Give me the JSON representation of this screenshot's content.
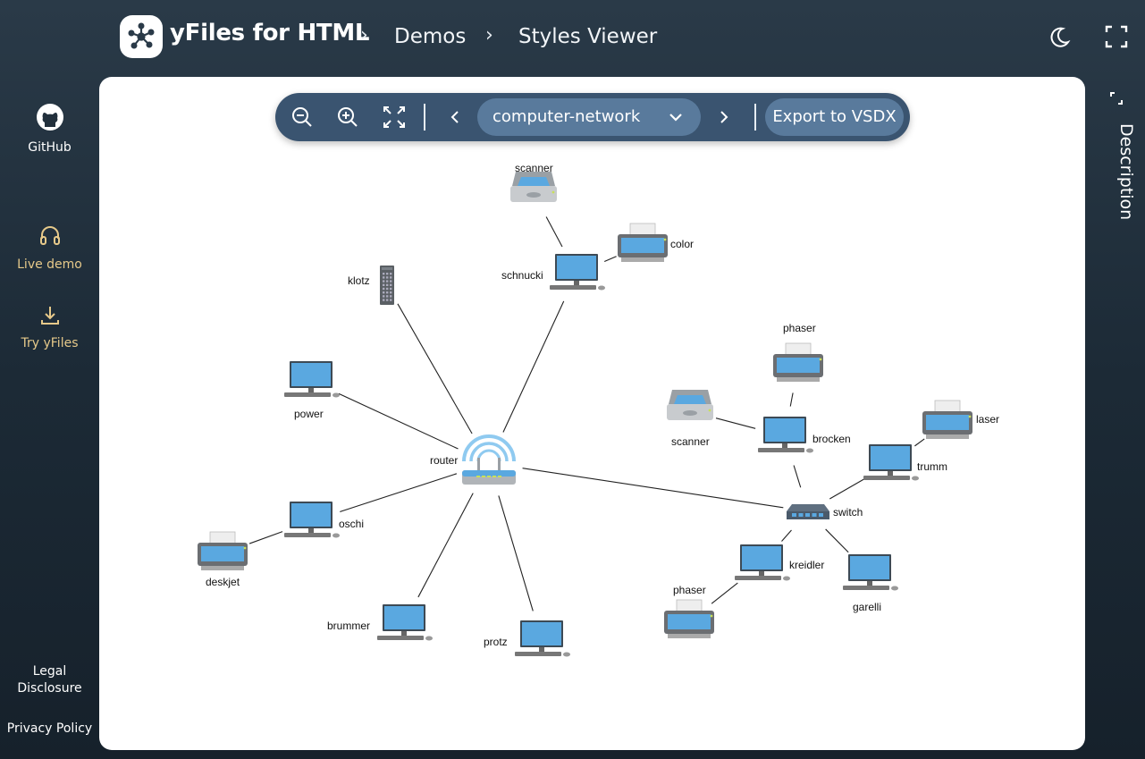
{
  "header": {
    "logo_text": "yFiles for HTML",
    "breadcrumbs": [
      "Demos",
      "Styles Viewer"
    ],
    "icons": {
      "theme": "moon-icon",
      "fullscreen": "fullscreen-icon"
    }
  },
  "sidebar": {
    "github_label": "GitHub",
    "live_demo_label": "Live demo",
    "try_label": "Try yFiles",
    "legal_line1": "Legal",
    "legal_line2": "Disclosure",
    "privacy_label": "Privacy Policy"
  },
  "toolbar": {
    "selected_style": "computer-network",
    "export_label": "Export to VSDX"
  },
  "description_label": "Description",
  "graph": {
    "nodes": [
      {
        "id": "router",
        "label": "router",
        "type": "router"
      },
      {
        "id": "klotz",
        "label": "klotz",
        "type": "server"
      },
      {
        "id": "schnucki",
        "label": "schnucki",
        "type": "workstation"
      },
      {
        "id": "scanner1",
        "label": "scanner",
        "type": "scanner"
      },
      {
        "id": "color",
        "label": "color",
        "type": "printer"
      },
      {
        "id": "power",
        "label": "power",
        "type": "workstation"
      },
      {
        "id": "oschi",
        "label": "oschi",
        "type": "workstation"
      },
      {
        "id": "deskjet",
        "label": "deskjet",
        "type": "printer"
      },
      {
        "id": "brummer",
        "label": "brummer",
        "type": "workstation"
      },
      {
        "id": "protz",
        "label": "protz",
        "type": "workstation"
      },
      {
        "id": "switch",
        "label": "switch",
        "type": "switch"
      },
      {
        "id": "brocken",
        "label": "brocken",
        "type": "workstation"
      },
      {
        "id": "phaser1",
        "label": "phaser",
        "type": "printer"
      },
      {
        "id": "scanner2",
        "label": "scanner",
        "type": "scanner"
      },
      {
        "id": "trumm",
        "label": "trumm",
        "type": "workstation"
      },
      {
        "id": "laser",
        "label": "laser",
        "type": "printer"
      },
      {
        "id": "kreidler",
        "label": "kreidler",
        "type": "workstation"
      },
      {
        "id": "phaser2",
        "label": "phaser",
        "type": "printer"
      },
      {
        "id": "garelli",
        "label": "garelli",
        "type": "workstation"
      }
    ],
    "edges": [
      [
        "router",
        "klotz"
      ],
      [
        "router",
        "schnucki"
      ],
      [
        "router",
        "power"
      ],
      [
        "router",
        "oschi"
      ],
      [
        "router",
        "brummer"
      ],
      [
        "router",
        "protz"
      ],
      [
        "router",
        "switch"
      ],
      [
        "schnucki",
        "scanner1"
      ],
      [
        "schnucki",
        "color"
      ],
      [
        "oschi",
        "deskjet"
      ],
      [
        "switch",
        "brocken"
      ],
      [
        "switch",
        "trumm"
      ],
      [
        "switch",
        "kreidler"
      ],
      [
        "switch",
        "garelli"
      ],
      [
        "brocken",
        "phaser1"
      ],
      [
        "brocken",
        "scanner2"
      ],
      [
        "trumm",
        "laser"
      ],
      [
        "kreidler",
        "phaser2"
      ]
    ]
  }
}
